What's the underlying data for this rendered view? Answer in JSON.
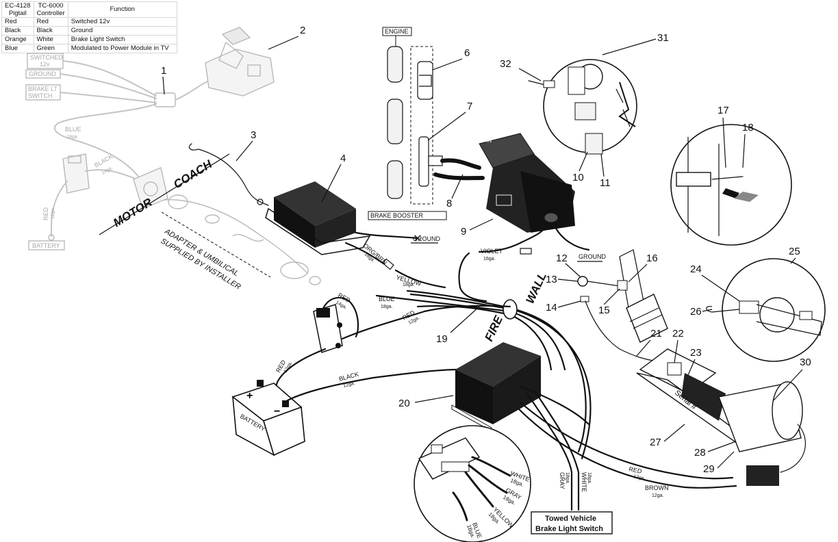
{
  "table": {
    "headers": {
      "col1_a": "EC-4128",
      "col1_b": "Pigtail",
      "col2_a": "TC-6000",
      "col2_b": "Controller",
      "col3": "Function"
    },
    "rows": [
      {
        "pigtail": "Red",
        "controller": "Red",
        "function": "Switched 12v"
      },
      {
        "pigtail": "Black",
        "controller": "Black",
        "function": "Ground"
      },
      {
        "pigtail": "Orange",
        "controller": "White",
        "function": "Brake Light Switch"
      },
      {
        "pigtail": "Blue",
        "controller": "Green",
        "function": "Modulated to Power Module in TV"
      }
    ]
  },
  "ghost_labels": {
    "switched_a": "SWITCHED",
    "switched_b": "12v",
    "ground": "GROUND",
    "brake_a": "BRAKE LT",
    "brake_b": "SWITCH",
    "battery": "BATTERY",
    "blue": "BLUE",
    "blue_ga": "18ga.",
    "black": "BLACK",
    "black_ga": "14ga.",
    "red": "RED",
    "red_ga": "12ga."
  },
  "callouts": {
    "n1": "1",
    "n2": "2",
    "n3": "3",
    "n4": "4",
    "n6": "6",
    "n7": "7",
    "n8": "8",
    "n9": "9",
    "n10": "10",
    "n11": "11",
    "n12": "12",
    "n13": "13",
    "n14": "14",
    "n15": "15",
    "n16": "16",
    "n17": "17",
    "n18": "18",
    "n19": "19",
    "n20": "20",
    "n21": "21",
    "n22": "22",
    "n23": "23",
    "n24": "24",
    "n25": "25",
    "n26": "26",
    "n27": "27",
    "n28": "28",
    "n29": "29",
    "n30": "30",
    "n31": "31",
    "n32": "32"
  },
  "section_labels": {
    "motor": "MOTOR",
    "coach": "COACH",
    "fire": "FIRE",
    "wall": "WALL",
    "adapter_a": "ADAPTER & UMBILICAL",
    "adapter_b": "SUPPLIED BY INSTALLER",
    "engine": "ENGINE",
    "brake_booster": "BRAKE BOOSTER",
    "towed_a": "Towed Vehicle",
    "towed_b": "Brake Light Switch",
    "battery": "BATTERY",
    "serial": "Serial #",
    "ground": "GROUND"
  },
  "wire_labels": {
    "orgbrn": "ORG/BRN",
    "orgbrn_ga": "18ga.",
    "yellow": "YELLOW",
    "yellow_ga": "18ga.",
    "blue": "BLUE",
    "blue_ga": "18ga.",
    "red14": "RED",
    "red14_ga": "14ga.",
    "red12a": "RED",
    "red12a_ga": "12ga.",
    "red12b": "RED",
    "red12b_ga": "12ga.",
    "black": "BLACK",
    "black_ga": "12ga.",
    "violet": "VIOLET",
    "violet_ga": "16ga.",
    "gray": "GRAY",
    "gray_ga": "18ga.",
    "white": "WHITE",
    "white_ga": "18ga.",
    "red_act": "RED",
    "red_act_ga": "12ga.",
    "brown": "BROWN",
    "brown_ga": "12ga.",
    "inset_white": "WHITE",
    "inset_white_ga": "18ga.",
    "inset_gray": "GRAY",
    "inset_gray_ga": "18ga.",
    "inset_yellow": "YELLOW",
    "inset_yellow_ga": "18ga.",
    "inset_blue": "BLUE",
    "inset_blue_ga": "18ga."
  }
}
